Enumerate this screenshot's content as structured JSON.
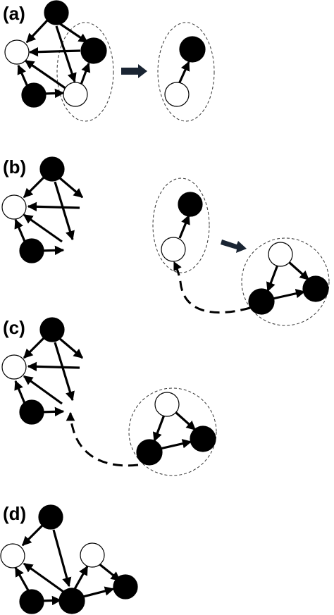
{
  "panels": [
    {
      "id": "a",
      "label": "(a)"
    },
    {
      "id": "b",
      "label": "(b)"
    },
    {
      "id": "c",
      "label": "(c)"
    },
    {
      "id": "d",
      "label": "(d)"
    }
  ],
  "colors": {
    "node_white": "#ffffff",
    "node_black": "#000000",
    "edge": "#000000",
    "transform_arrow": "#1a2533"
  }
}
